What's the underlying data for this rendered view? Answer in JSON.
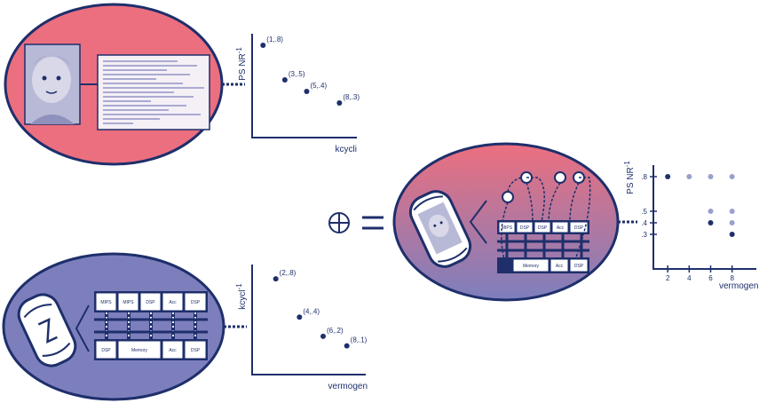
{
  "colors": {
    "ink": "#1e2f6b",
    "pink": "#ec6f7f",
    "blue": "#7d7fbd",
    "light_dot": "#9aa0cc"
  },
  "icons": {
    "photo": "child-photo-icon",
    "code": "code-listing-icon",
    "phone": "handheld-device-icon",
    "plus": "circled-plus-icon",
    "equals": "equals-icon"
  },
  "chips_top": [
    "MIPS",
    "MIPS",
    "DSP",
    "Acc",
    "DSP"
  ],
  "chips_bottom": [
    "DSP",
    "Memory",
    "Acc",
    "DSP"
  ],
  "small_chips_top": [
    "MIPS",
    "DSP",
    "DSP",
    "Acc",
    "DSP"
  ],
  "small_chips_bottom": [
    "Memory",
    "Acc",
    "DSP"
  ],
  "chart_data": [
    {
      "type": "scatter",
      "ylabel": "PS NR",
      "ylabel_sup": "-1",
      "xlabel": "kcycli",
      "points": [
        {
          "label": "(1,.8)",
          "x": 1,
          "y": 0.8
        },
        {
          "label": "(3,.5)",
          "x": 3,
          "y": 0.5
        },
        {
          "label": "(5,.4)",
          "x": 5,
          "y": 0.4
        },
        {
          "label": "(8,.3)",
          "x": 8,
          "y": 0.3
        }
      ]
    },
    {
      "type": "scatter",
      "ylabel": "kcycl",
      "ylabel_sup": "-1",
      "xlabel": "vermogen",
      "points": [
        {
          "label": "(2,.8)",
          "x": 2,
          "y": 0.8
        },
        {
          "label": "(4,.4)",
          "x": 4,
          "y": 0.4
        },
        {
          "label": "(6,.2)",
          "x": 6,
          "y": 0.2
        },
        {
          "label": "(8,.1)",
          "x": 8,
          "y": 0.1
        }
      ]
    },
    {
      "type": "scatter",
      "ylabel": "PS NR",
      "ylabel_sup": "-1",
      "xlabel": "vermogen",
      "x_ticks": [
        "2",
        "4",
        "6",
        "8"
      ],
      "y_ticks": [
        ".8",
        ".5",
        ".4",
        ".3"
      ],
      "points_dark": [
        {
          "x": 2,
          "y": 0.8
        },
        {
          "x": 6,
          "y": 0.4
        },
        {
          "x": 8,
          "y": 0.3
        }
      ],
      "points_light": [
        {
          "x": 4,
          "y": 0.8
        },
        {
          "x": 6,
          "y": 0.8
        },
        {
          "x": 8,
          "y": 0.8
        },
        {
          "x": 6,
          "y": 0.5
        },
        {
          "x": 8,
          "y": 0.5
        },
        {
          "x": 8,
          "y": 0.4
        }
      ]
    }
  ]
}
